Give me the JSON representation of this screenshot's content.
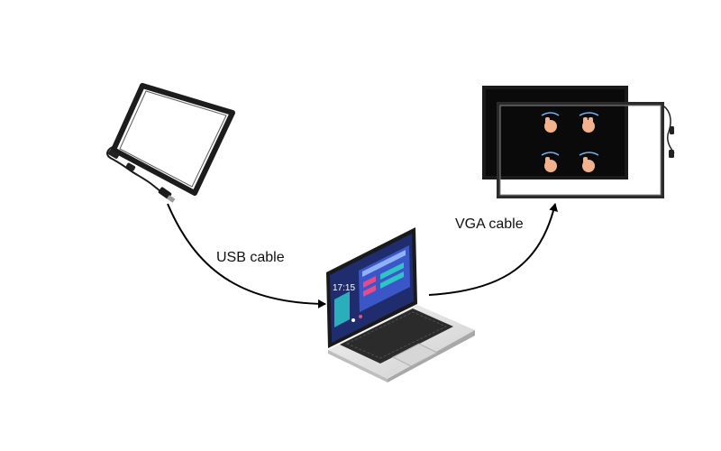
{
  "connections": {
    "usb": {
      "label": "USB cable"
    },
    "vga": {
      "label": "VGA cable"
    }
  },
  "laptop_screen": {
    "clock_text": "17:15"
  },
  "colors": {
    "frame": "#1c1c1c",
    "cable": "#000000",
    "laptop_body": "#e4e4e4",
    "keyboard": "#2b2b2b",
    "screen_bg": "#1f2d6e",
    "screen_card": "#3b57c7",
    "screen_accent": "#2ec5c9",
    "screen_pink": "#e74b8a",
    "display_bg": "#0a0a0a",
    "hand": "#f2b38c"
  },
  "icons": [
    "touch-frame-icon",
    "laptop-icon",
    "display-icon",
    "hand-gesture-icon"
  ]
}
